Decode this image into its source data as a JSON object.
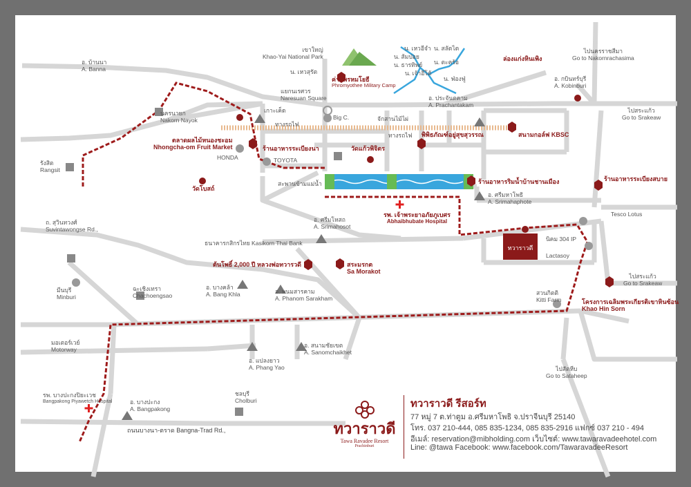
{
  "colors": {
    "frame": "#707070",
    "road": "#d6d6d6",
    "route": "#9e1b1b",
    "accent": "#8b1a1a",
    "railway": "#e8b98e",
    "river": "#39a6dd",
    "mountain": "#8fc26e",
    "bridge_cap": "#66bb55"
  },
  "labels": {
    "banna": [
      "อ. บ้านนา",
      "A. Banna"
    ],
    "khaoyai": [
      "เขาใหญ่",
      "Khao-Yai National Park"
    ],
    "hoei_cha": "น. เหวอีจำ",
    "som_poi": "น. ส้มป่อย",
    "tharathip": "น. ธารทิพย์",
    "chao_adi": "น. เจ้าอีโต้",
    "salatai": "น. สลัดได",
    "takhro": "น. ตะคร้อ",
    "fong_fu": "น. ฟ่องฟู่",
    "hoei_suriat": "น. เหวสุรัต",
    "military_camp": [
      "ค่ายพรหมโยธี",
      "Phromyothee Military Camp"
    ],
    "khun_dan": "แยกนเรศวร",
    "naresuan_sq": "Naresuan Square",
    "prachantakham": [
      "อ. ประจันตคาม",
      "A. Prachantakam"
    ],
    "long_kaeng": "ล่องแก่งหินเพิง",
    "nakorn_rat": [
      "ไปนครราชสีมา",
      "Go to Nakornrachasima"
    ],
    "kabinburi": [
      "อ. กบินทร์บุรี",
      "A. Kobinburi"
    ],
    "to_srakaew1": [
      "ไปสระแก้ว",
      "Go to Srakeaw"
    ],
    "nakorn_nayok": [
      "นครนายก",
      "Nakorn Nayok"
    ],
    "ko_kheng": "เกาะเค็ด",
    "railway1": "ทางรถไฟ",
    "jakkasan": "จักสานไม้ไผ่",
    "railway2": "ทางรถไฟ",
    "big_c": "Big C.",
    "golf": "สนามกอล์ฟ KBSC",
    "fruit_market": [
      "ตลาดผลไม้หนองชะอม",
      "Nhongcha-om Fruit Market"
    ],
    "honda": "HONDA",
    "restaurant1": "ร้านอาหารระเบียงนา",
    "toyota": "TOYOTA",
    "wat_kaew": "วัดแก้วพิจิตร",
    "museum": "พิพิธภัณฑ์อยู่สุขสุวรรณ",
    "rangsit": [
      "รังสิต",
      "Rangsit"
    ],
    "wat_bot": "วัดโบสถ์",
    "bridge": "สะพานข้ามแม่น้ำ",
    "restaurant2": "ร้านอาหารริมน้ำบ้านชานเมือง",
    "srimahaphot_top": [
      "อ. ศรีมหาโพธิ",
      "A. Srimahaphote"
    ],
    "restaurant3": "ร้านอาหารระเบียงสบาย",
    "hospital1": [
      "รพ. เจ้าพระยาอภัยภูเบศร",
      "Abhaibhubate Hospital"
    ],
    "tesco": "Tesco Lotus",
    "suvintawong": [
      "ถ. สุวินทวงศ์",
      "Suvintawongse Rd.,"
    ],
    "srimahosot": [
      "อ. ศรีมโหสถ",
      "A. Srimahosot"
    ],
    "ip304": "นิคม 304 IP",
    "lactasoy": "Lactasoy",
    "kasikorn": "ธนาคารกสิกรไทย Kasikorn Thai Bank",
    "bodhi_tree": "ต้นโพธิ์ 2,000 ปี หลวงพ่อทวารวดี",
    "sa_morakot": [
      "สระมรกต",
      "Sa Morakot"
    ],
    "to_srakaew2": [
      "ไปสระแก้ว",
      "Go to Srakeaw"
    ],
    "kitti": [
      "สวนกิตติ",
      "Kitti Farm"
    ],
    "khao_hin_sorn": [
      "โครงการเฉลิมพระเกียรติเขาหินซ้อน",
      "Khao Hin Sorn"
    ],
    "minburi": [
      "มีนบุรี",
      "Minburi"
    ],
    "chachoengsao": [
      "ฉะเชิงเทรา",
      "Chachoengsao"
    ],
    "bang_khla": [
      "อ. บางคล้า",
      "A. Bang Khla"
    ],
    "phanom": [
      "อ. พนมสารคาม",
      "A. Phanom Sarakham"
    ],
    "motorway": [
      "มอเตอร์เวย์",
      "Motorway"
    ],
    "sanam_chai": [
      "อ. สนามชัยเขต",
      "A. Sanomchaikhet"
    ],
    "phang_yao": [
      "อ. แปลงยาว",
      "A. Phang Yao"
    ],
    "sattahip": [
      "ไปสัตหีบ",
      "Go to Sataheep"
    ],
    "hospital2": [
      "รพ. บางปะกงปิยะเวช",
      "Bangpakong Piyawetch Hospital"
    ],
    "bangpakong": [
      "อ. บางปะกง",
      "A. Bangpakong"
    ],
    "chonburi": [
      "ชลบุรี",
      "Cholburi"
    ],
    "bangna": "ถนนบางนา-ตราด Bangna-Trad Rd.,"
  },
  "resort": {
    "logo_text": "ทวาราวดี",
    "logo_en": "Tawa Ravadee Resort",
    "logo_sub": "Prachinburi",
    "name": "ทวาราวดี รีสอร์ท",
    "address": "77 หมู่ 7 ต.ท่าตูม อ.ศรีมหาโพธิ จ.ปราจีนบุรี 25140",
    "phone": "โทร. 037 210-444, 085 835-1234, 085 835-2916 แฟกซ์ 037 210 - 494",
    "email": "อีเมล์: reservation@mibholding.com   เว็บไซต์: www.tawaravadeehotel.com",
    "social": "Line: @tawa   Facebook: www.facebook.com/TawaravadeeResort"
  }
}
